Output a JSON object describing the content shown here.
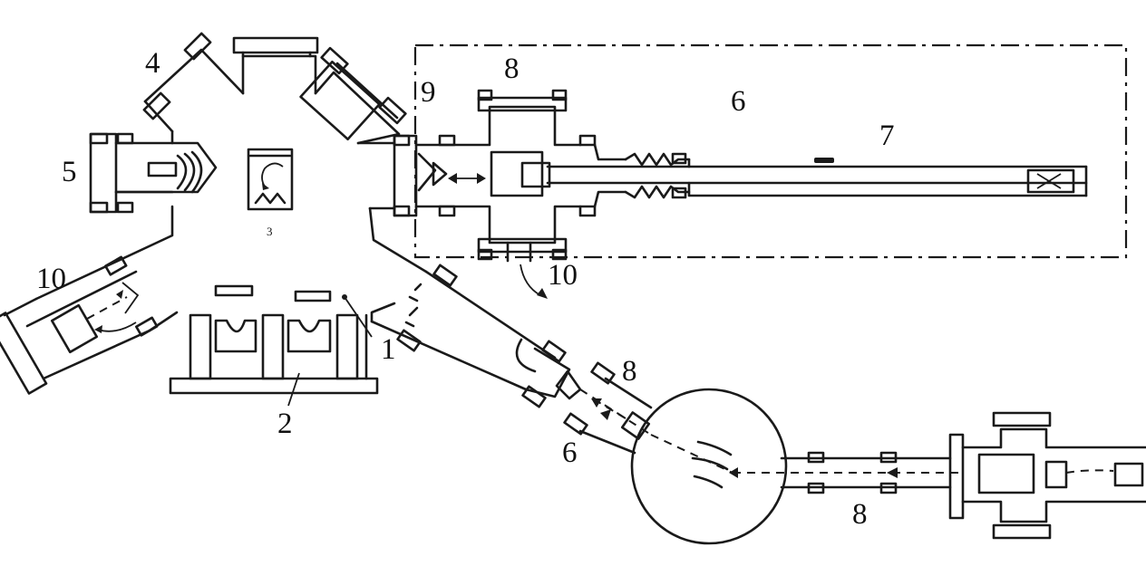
{
  "labels": {
    "l1": "1",
    "l2": "2",
    "l3": "3",
    "l4": "4",
    "l5": "5",
    "l6_box": "6",
    "l6_lower": "6",
    "l7": "7",
    "l8_top": "8",
    "l8_mid": "8",
    "l8_bottom": "8",
    "l9": "9",
    "l10_left": "10",
    "l10_right": "10"
  }
}
